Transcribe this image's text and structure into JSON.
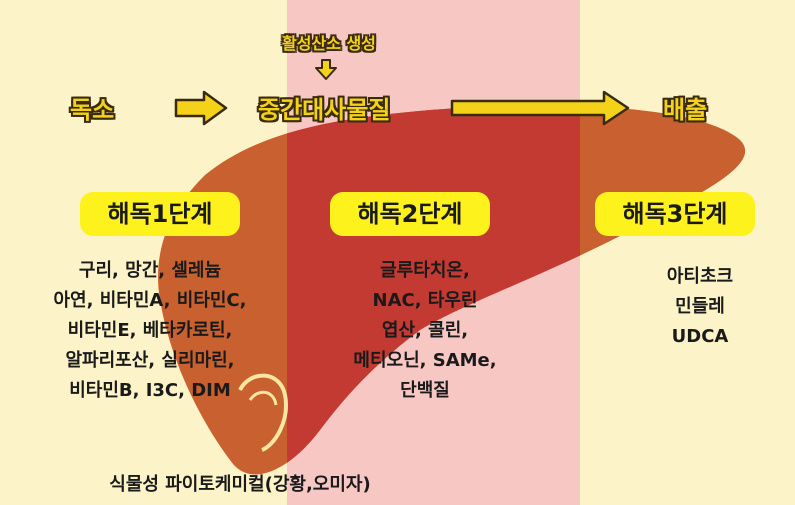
{
  "flow": {
    "toxin": "독소",
    "intermediate": "중간대사물질",
    "excretion": "배출",
    "radical_note": "활성산소 생성"
  },
  "stages": [
    {
      "label": "해독1단계",
      "items": [
        "구리, 망간, 셀레늄",
        "아연, 비타민A, 비타민C,",
        "비타민E, 베타카로틴,",
        "알파리포산, 실리마린,",
        "비타민B, I3C, DIM"
      ]
    },
    {
      "label": "해독2단계",
      "items": [
        "글루타치온,",
        "NAC, 타우린",
        "엽산, 콜린,",
        "메티오닌, SAMe,",
        "단백질"
      ]
    },
    {
      "label": "해독3단계",
      "items": [
        "아티초크",
        "민들레",
        "UDCA"
      ]
    }
  ],
  "footer": "식물성 파이토케미컬(강황,오미자)",
  "colors": {
    "background": "#fdf3c8",
    "center_band": "#f6c7c3",
    "liver": "#c9602f",
    "liver_center": "#c23a32",
    "pill": "#fdf21c",
    "arrow": "#f4d21a"
  }
}
